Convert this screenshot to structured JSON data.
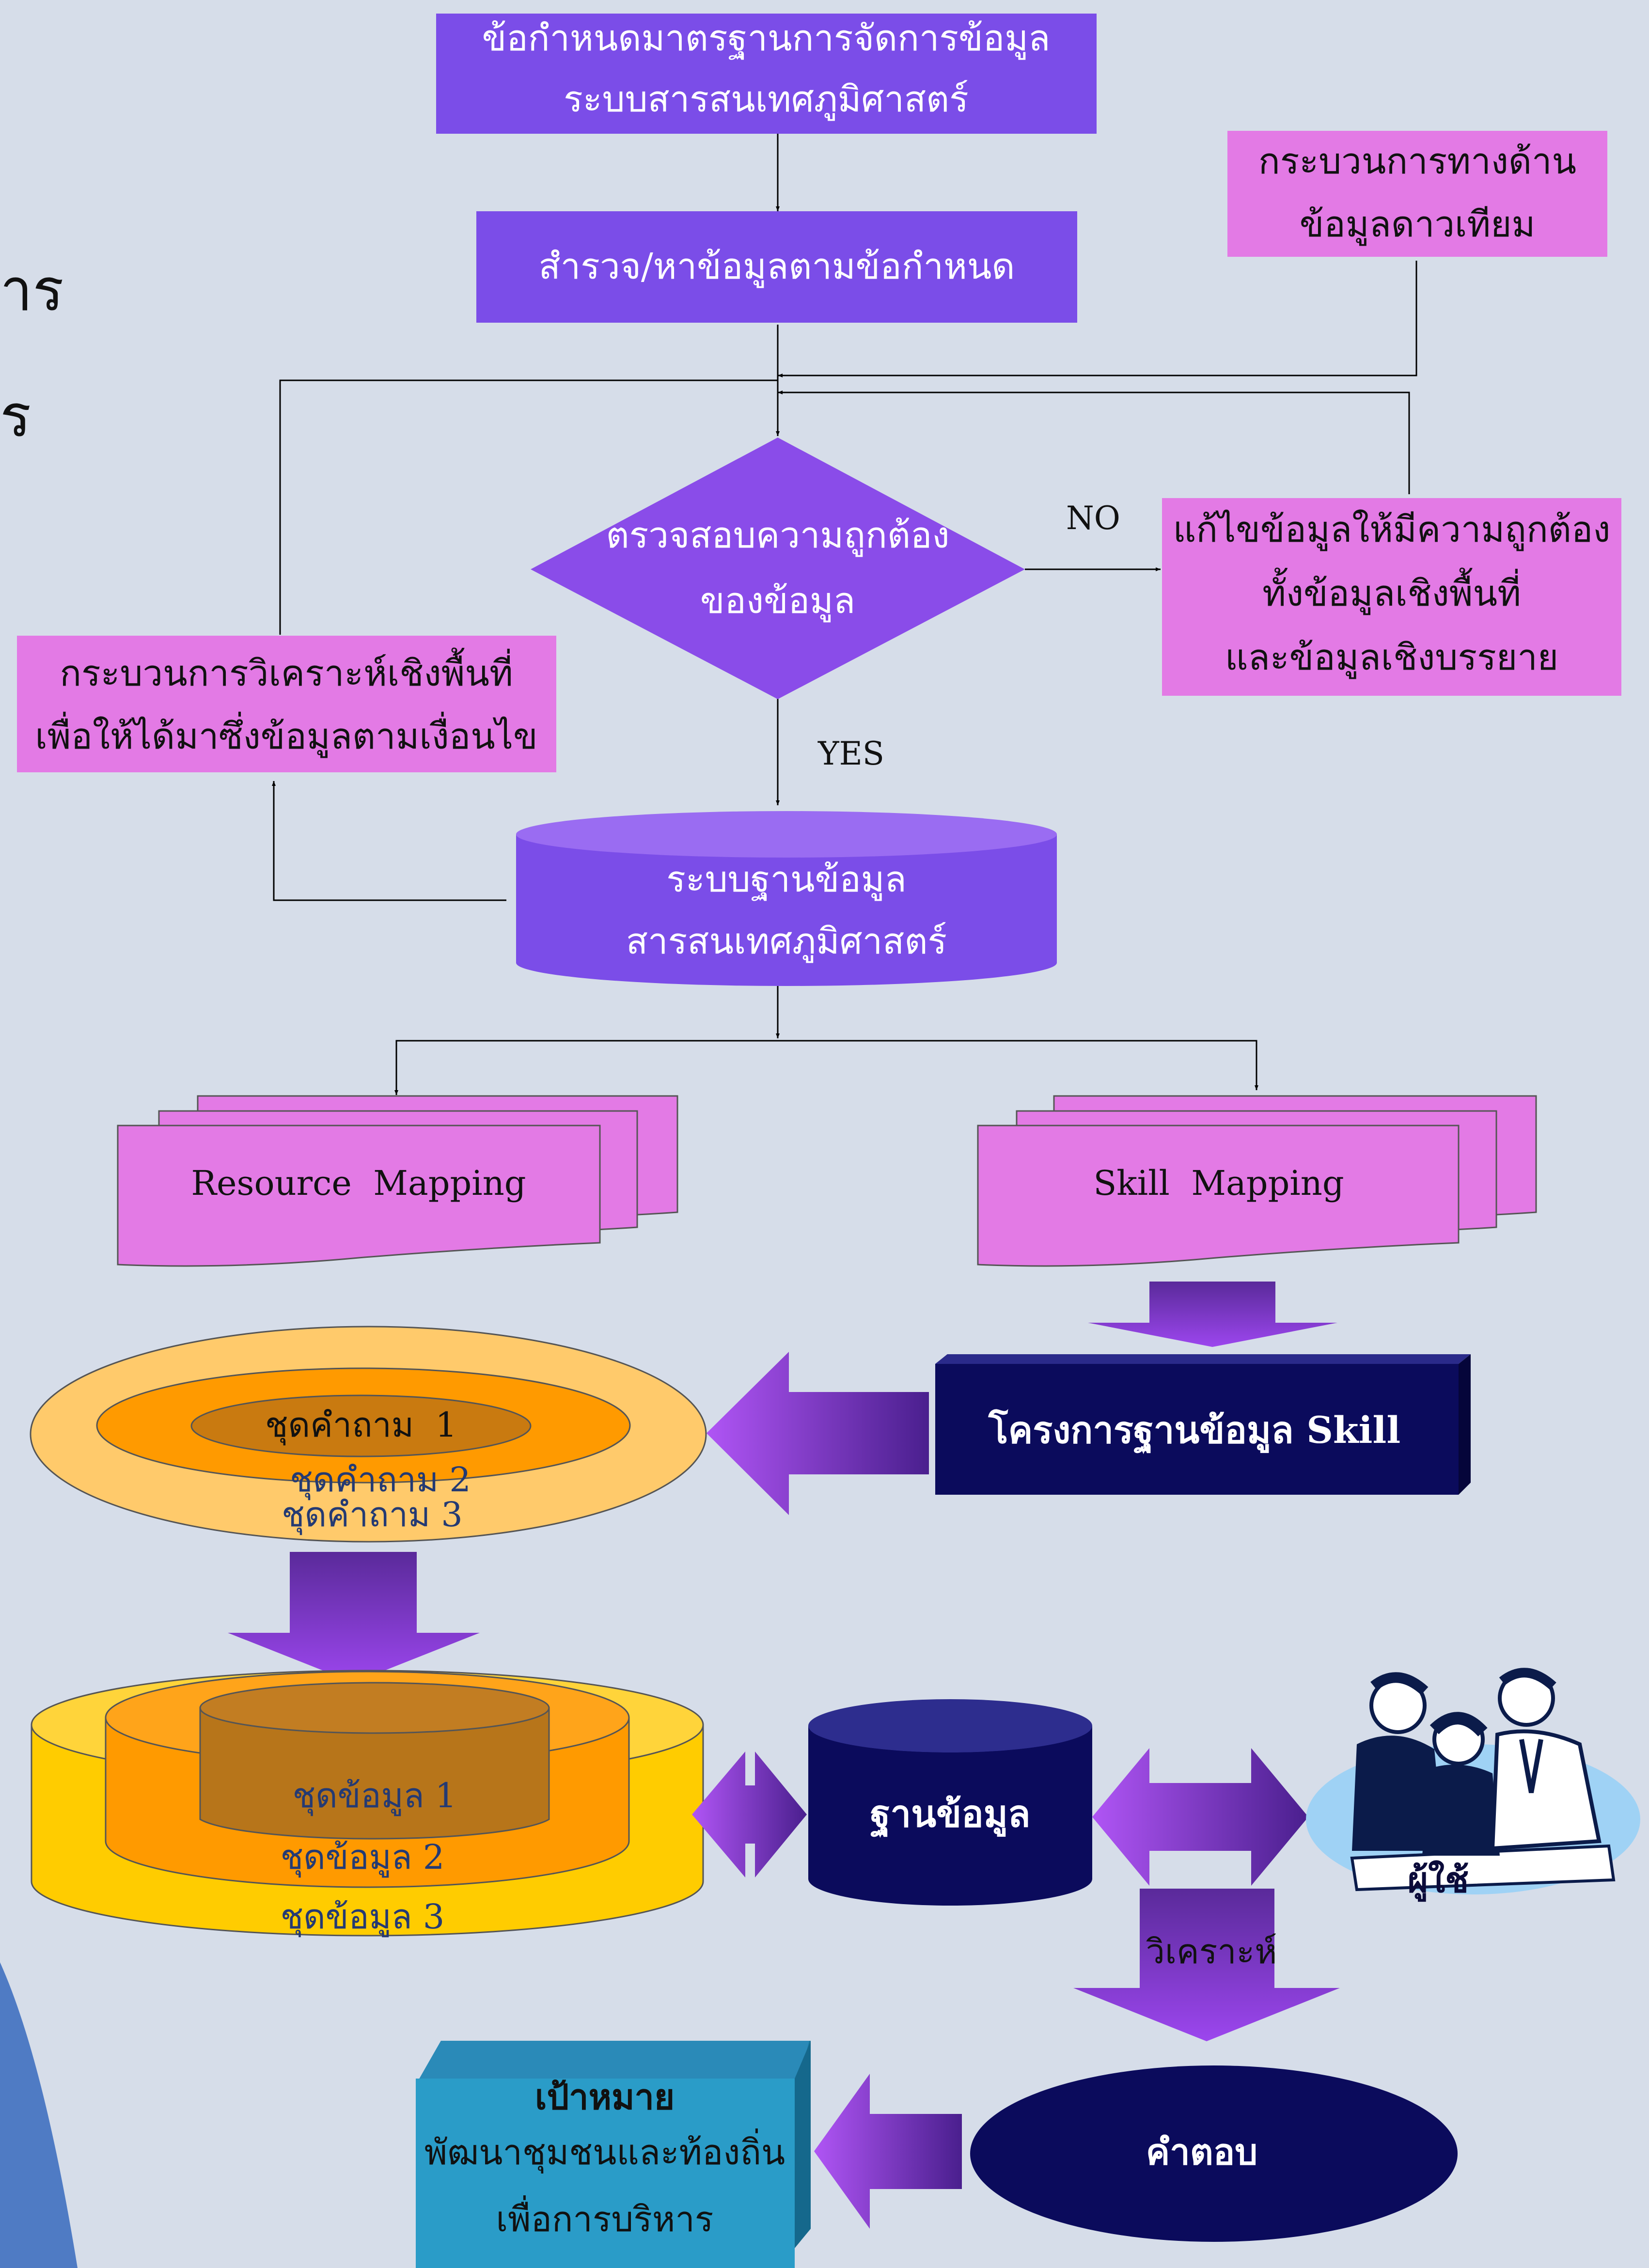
{
  "edge_fragments": [
    "าร",
    "ร"
  ],
  "boxes": {
    "standards": [
      "ข้อกำหนดมาตรฐานการจัดการข้อมูล",
      "ระบบสารสนเทศภูมิศาสตร์"
    ],
    "survey": "สำรวจ/หาข้อมูลตามข้อกำหนด",
    "satellite": [
      "กระบวนการทางด้าน",
      "ข้อมูลดาวเทียม"
    ],
    "verify": [
      "ตรวจสอบความถูกต้อง",
      "ของข้อมูล"
    ],
    "correct": [
      "แก้ไขข้อมูลให้มีความถูกต้อง",
      "ทั้งข้อมูลเชิงพื้นที่",
      "และข้อมูลเชิงบรรยาย"
    ],
    "spatial": [
      "กระบวนการวิเคราะห์เชิงพื้นที่",
      "เพื่อให้ได้มาซึ่งข้อมูลตามเงื่อนไข"
    ],
    "gis_db": [
      "ระบบฐานข้อมูล",
      "สารสนเทศภูมิศาสตร์"
    ],
    "resource_mapping": "Resource  Mapping",
    "skill_mapping": "Skill  Mapping",
    "skill_project": "โครงการฐานข้อมูล Skill",
    "database": "ฐานข้อมูล",
    "users": "ผู้ใช้",
    "answer": "คำตอบ",
    "goal": [
      "เป้าหมาย",
      "พัฒนาชุมชนและท้องถิ่น",
      "เพื่อการบริหาร"
    ]
  },
  "labels": {
    "no": "NO",
    "yes": "YES",
    "analyze": "วิเคราะห์"
  },
  "question_sets": [
    "ชุดคำถาม  1",
    "ชุดคำถาม 2",
    "ชุดคำถาม 3"
  ],
  "data_sets": [
    "ชุดข้อมูล 1",
    "ชุดข้อมูล 2",
    "ชุดข้อมูล 3"
  ],
  "colors": {
    "background": "#d6dde9",
    "purple": "#7b4de8",
    "pink": "#e37ae5",
    "navy": "#0b0b5c",
    "orange": "#ff9a00",
    "yellow": "#ffcc00",
    "teal": "#2a9cc8"
  }
}
